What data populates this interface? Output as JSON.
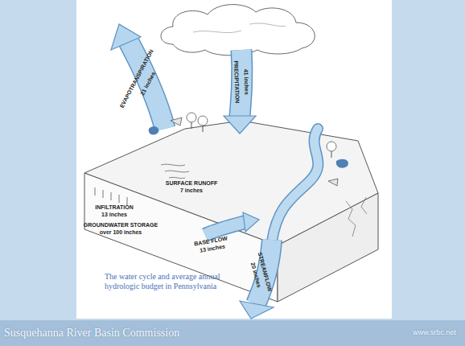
{
  "diagram": {
    "caption": "The water cycle and average annual hydrologic budget in Pennsylvania",
    "labels": [
      "EVAPOTRANSPIRATION",
      "21 inches",
      "PRECIPITATION",
      "41 inches",
      "INFILTRATION",
      "13 inches",
      "SURFACE RUNOFF",
      "7 inches",
      "GROUNDWATER STORAGE",
      "over 100 inches",
      "BASE FLOW",
      "13 inches",
      "STREAMFLOW",
      "20 inches",
      "Susquehanna River Basin Commission",
      "www.srbc.net"
    ]
  }
}
